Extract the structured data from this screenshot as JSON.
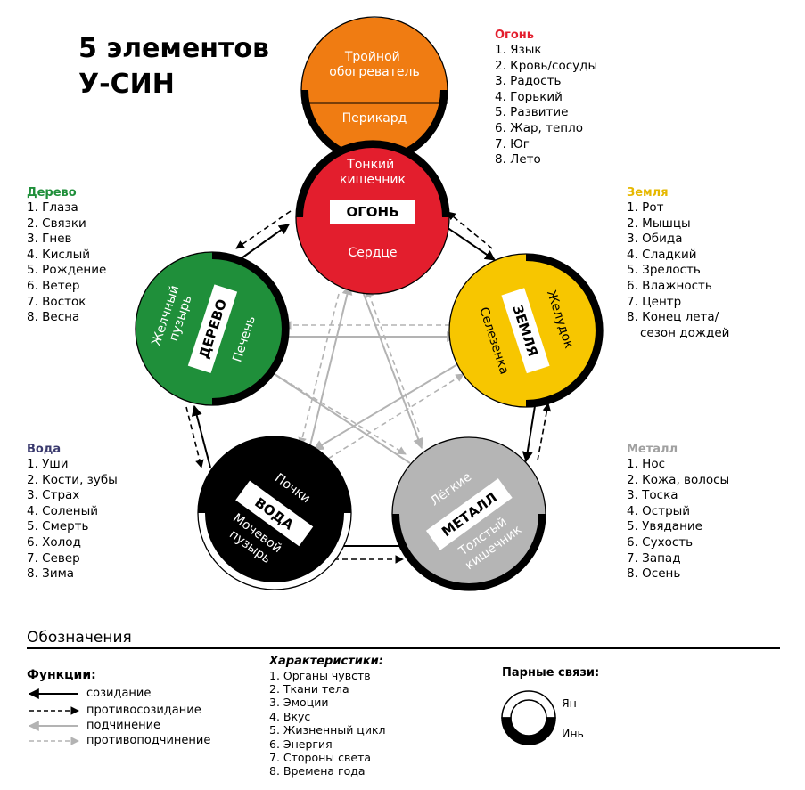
{
  "title": {
    "line1": "5 элементов",
    "line2": "У-СИН"
  },
  "colors": {
    "fire": "#e31e2d",
    "earth": "#f7c600",
    "metal": "#b5b5b5",
    "water": "#000000",
    "wood": "#1f8f3a",
    "triple": "#f07c12",
    "gray_arrow": "#b3b3b3"
  },
  "elements": {
    "fire": {
      "name": "ОГОНЬ",
      "top": "Тонкий кишечник",
      "bottom": "Сердце",
      "extra": {
        "top": "Тройной обогреватель",
        "bottom": "Перикард"
      },
      "heading": "Огонь",
      "items": [
        "1. Язык",
        "2. Кровь/сосуды",
        "3. Радость",
        "4. Горький",
        "5. Развитие",
        "6. Жар, тепло",
        "7.  Юг",
        "8. Лето"
      ]
    },
    "earth": {
      "name": "ЗЕМЛЯ",
      "outer": "Желудок",
      "inner": "Селезенка",
      "heading": "Земля",
      "items": [
        "1. Рот",
        "2. Мышцы",
        "3. Обида",
        "4. Сладкий",
        "5. Зрелость",
        "6. Влажность",
        "7. Центр",
        "8. Конец лета/",
        "сезон дождей"
      ]
    },
    "metal": {
      "name": "МЕТАЛЛ",
      "top": "Лёгкие",
      "bottom": "Толстый кишечник",
      "heading": "Металл",
      "items": [
        "1. Нос",
        "2. Кожа, волосы",
        "3. Тоска",
        "4. Острый",
        "5. Увядание",
        "6. Сухость",
        "7. Запад",
        "8. Осень"
      ]
    },
    "water": {
      "name": "ВОДА",
      "top": "Почки",
      "bottom": "Мочевой пузырь",
      "heading": "Вода",
      "items": [
        "1. Уши",
        "2. Кости, зубы",
        "3. Страх",
        "4. Соленый",
        "5. Смерть",
        "6. Холод",
        "7. Север",
        "8. Зима"
      ]
    },
    "wood": {
      "name": "ДЕРЕВО",
      "outer": "Желчный пузырь",
      "inner": "Печень",
      "heading": "Дерево",
      "items": [
        "1. Глаза",
        "2. Связки",
        "3. Гнев",
        "4. Кислый",
        "5. Рождение",
        "6. Ветер",
        "7. Восток",
        "8. Весна"
      ]
    }
  },
  "legend": {
    "title": "Обозначения",
    "functions_heading": "Функции:",
    "functions": [
      "созидание",
      "противосозидание",
      "подчинение",
      "противоподчинение"
    ],
    "characteristics_heading": "Характеристики:",
    "characteristics": [
      "1. Органы чувств",
      "2. Ткани тела",
      "3. Эмоции",
      "4. Вкус",
      "5. Жизненный цикл",
      "6. Энергия",
      "7. Стороны света",
      "8. Времена года"
    ],
    "pair_heading": "Парные связи:",
    "yang": "Ян",
    "yin": "Инь"
  }
}
